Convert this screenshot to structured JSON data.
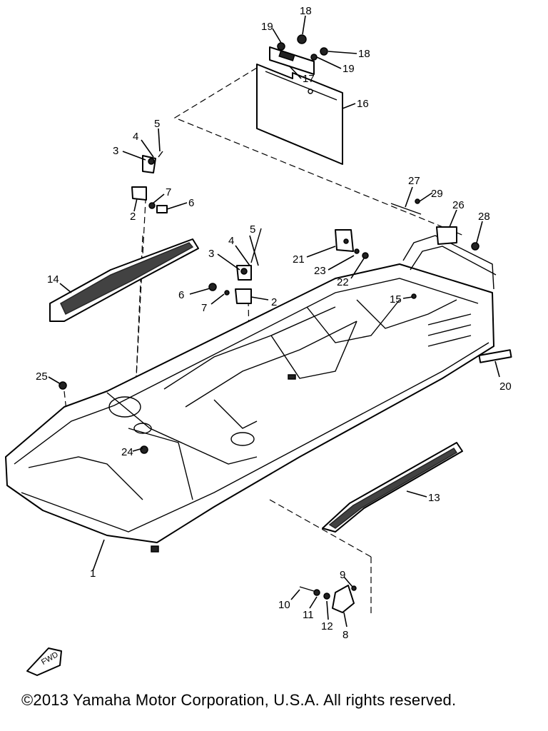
{
  "copyright": "©2013 Yamaha Motor Corporation, U.S.A. All rights reserved.",
  "fwd_label": "FWD",
  "callouts": {
    "c1": "1",
    "c2a": "2",
    "c2b": "2",
    "c3a": "3",
    "c3b": "3",
    "c4a": "4",
    "c4b": "4",
    "c5a": "5",
    "c5b": "5",
    "c6a": "6",
    "c6b": "6",
    "c7a": "7",
    "c7b": "7",
    "c8": "8",
    "c9": "9",
    "c10": "10",
    "c11": "11",
    "c12": "12",
    "c13": "13",
    "c14": "14",
    "c15": "15",
    "c16": "16",
    "c17": "17",
    "c18a": "18",
    "c18b": "18",
    "c19a": "19",
    "c19b": "19",
    "c20": "20",
    "c21": "21",
    "c22": "22",
    "c23": "23",
    "c24": "24",
    "c25": "25",
    "c26": "26",
    "c27": "27",
    "c28": "28",
    "c29": "29"
  }
}
